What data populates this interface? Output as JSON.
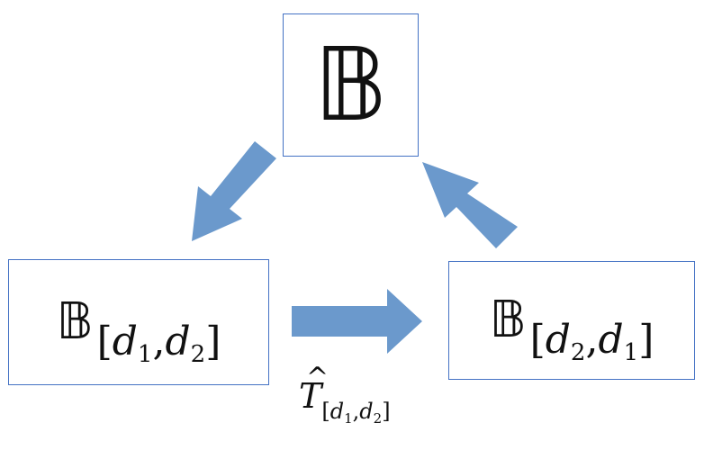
{
  "nodes": {
    "top": {
      "symbol": "𝔹"
    },
    "left": {
      "symbol": "𝔹",
      "subscript_open": "[",
      "subscript_var1": "d",
      "subscript_idx1": "1",
      "subscript_sep": ",",
      "subscript_var2": "d",
      "subscript_idx2": "2",
      "subscript_close": "]"
    },
    "right": {
      "symbol": "𝔹",
      "subscript_open": "[",
      "subscript_var1": "d",
      "subscript_idx1": "2",
      "subscript_sep": ",",
      "subscript_var2": "d",
      "subscript_idx2": "1",
      "subscript_close": "]"
    }
  },
  "operator": {
    "hat": "^",
    "symbol": "T",
    "subscript_open": "[",
    "subscript_var1": "d",
    "subscript_idx1": "1",
    "subscript_sep": ",",
    "subscript_var2": "d",
    "subscript_idx2": "2",
    "subscript_close": "]"
  },
  "colors": {
    "box_border": "#4472c4",
    "arrow_fill": "#6b99cc"
  }
}
